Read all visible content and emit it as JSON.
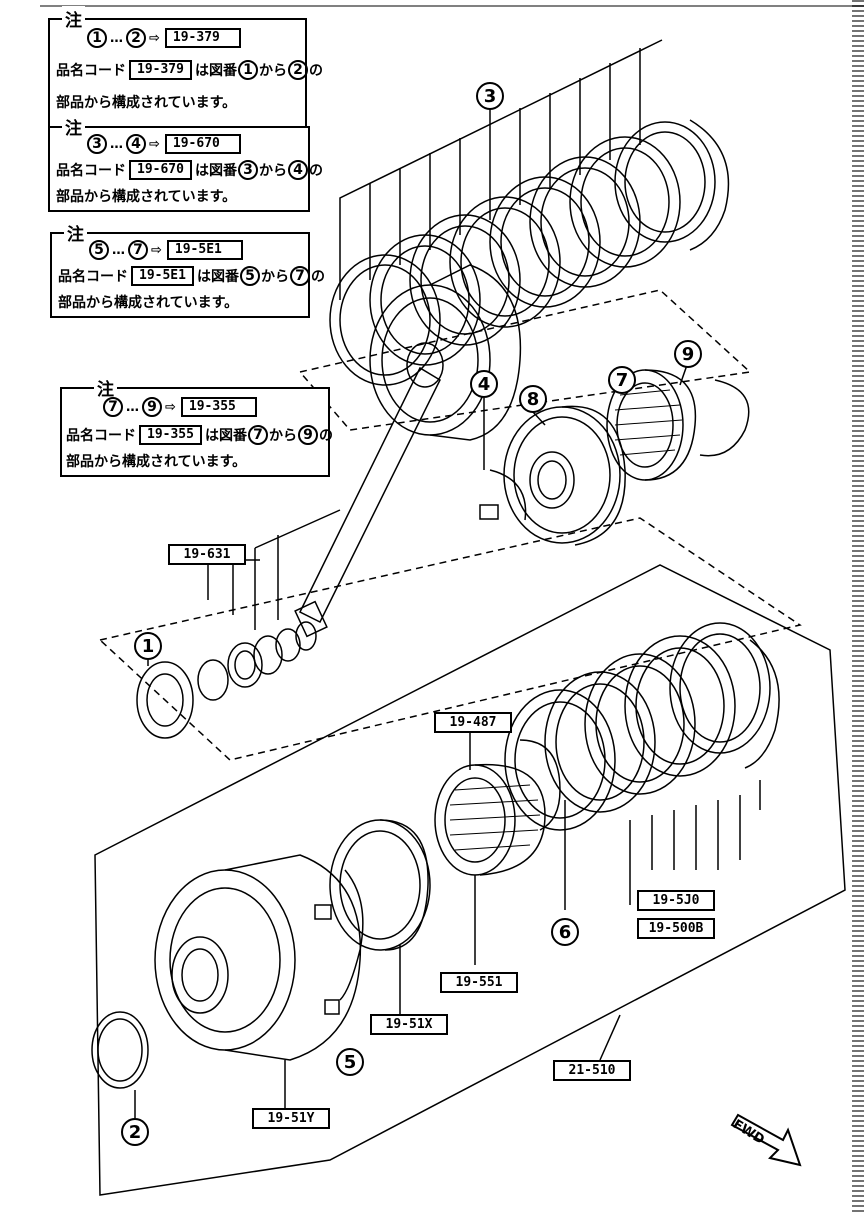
{
  "notes": [
    {
      "heading": "注",
      "from": "1",
      "to": "2",
      "code": "19-379",
      "line2_prefix": "品名コード",
      "line2_code": "19-379",
      "line2_mid": "は図番",
      "line2_from": "1",
      "line2_kara": "から",
      "line2_to": "2",
      "line2_no": "の",
      "line3": "部品から構成されています。"
    },
    {
      "heading": "注",
      "from": "3",
      "to": "4",
      "code": "19-670",
      "line2_prefix": "品名コード",
      "line2_code": "19-670",
      "line2_mid": "は図番",
      "line2_from": "3",
      "line2_kara": "から",
      "line2_to": "4",
      "line2_no": "の",
      "line3": "部品から構成されています。"
    },
    {
      "heading": "注",
      "from": "5",
      "to": "7",
      "code": "19-5E1",
      "line2_prefix": "品名コード",
      "line2_code": "19-5E1",
      "line2_mid": "は図番",
      "line2_from": "5",
      "line2_kara": "から",
      "line2_to": "7",
      "line2_no": "の",
      "line3": "部品から構成されています。"
    },
    {
      "heading": "注",
      "from": "7",
      "to": "9",
      "code": "19-355",
      "line2_prefix": "品名コード",
      "line2_code": "19-355",
      "line2_mid": "は図番",
      "line2_from": "7",
      "line2_kara": "から",
      "line2_to": "9",
      "line2_no": "の",
      "line3": "部品から構成されています。"
    }
  ],
  "range_sep": "…",
  "arrow": "⇨",
  "part_refs": {
    "r631": "19-631",
    "r487": "19-487",
    "r5j0": "19-5J0",
    "r500b": "19-500B",
    "r551": "19-551",
    "r51x": "19-51X",
    "r510": "21-510",
    "r51y": "19-51Y"
  },
  "callouts": {
    "c1": "1",
    "c2": "2",
    "c3": "3",
    "c4": "4",
    "c5": "5",
    "c6": "6",
    "c7": "7",
    "c8": "8",
    "c9": "9"
  },
  "fwd_label": "FWD"
}
